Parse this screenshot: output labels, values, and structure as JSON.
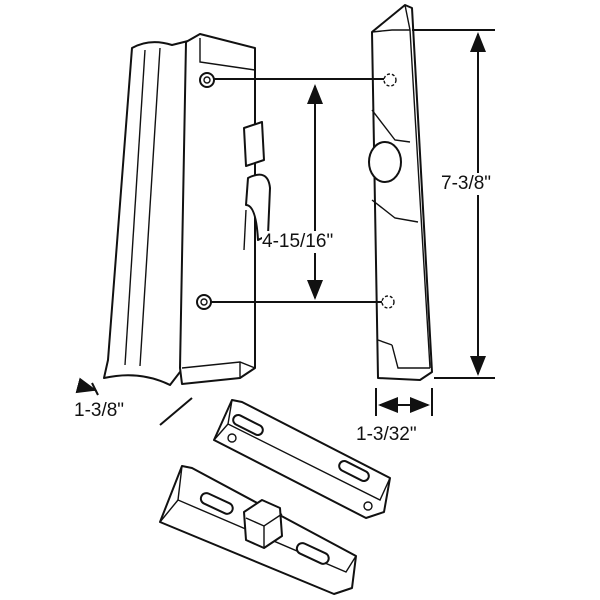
{
  "diagram": {
    "dimensions": {
      "overall_height": "7-3/8\"",
      "hole_spacing": "4-15/16\"",
      "handle_depth": "1-3/8\"",
      "latch_width": "1-3/32\""
    },
    "colors": {
      "line": "#111111",
      "background": "#ffffff"
    }
  }
}
